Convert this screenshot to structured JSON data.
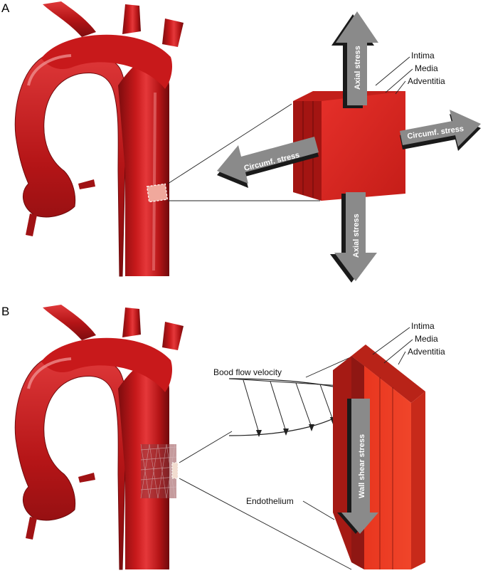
{
  "panel_a": {
    "letter": "A",
    "layers": [
      "Intima",
      "Media",
      "Adventitia"
    ],
    "stresses": {
      "axial_top": "Axial stress",
      "axial_bottom": "Axial stress",
      "circ_left": "Circumf. stress",
      "circ_right": "Circumf. stress"
    }
  },
  "panel_b": {
    "letter": "B",
    "layers": [
      "Intima",
      "Media",
      "Adventitia"
    ],
    "flow_label": "Bood flow velocity",
    "shear_label": "Wall shear stress",
    "endothelium_label": "Endothelium"
  },
  "colors": {
    "aorta": "#c8191b",
    "aorta_dark": "#7d0c0e",
    "tissue_front": "#e02a1f",
    "tissue_side": "#b51a17",
    "arrow_gray": "#8a8a8a",
    "arrow_shadow": "#1a1a1a"
  }
}
